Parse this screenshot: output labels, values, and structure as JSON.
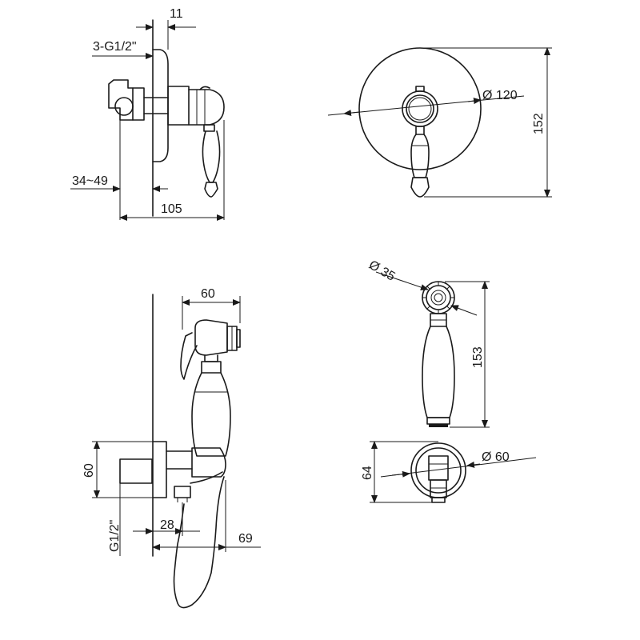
{
  "dimensions": {
    "top_left": {
      "wall_offset": "11",
      "thread_outlets": "3-G1/2\"",
      "depth_range": "34~49",
      "projection": "105"
    },
    "top_right": {
      "plate_diameter": "Ø 120",
      "total_height": "152"
    },
    "bottom_left": {
      "spray_width": "60",
      "elbow_height": "60",
      "thread": "G1/2\"",
      "elbow_offset": "28",
      "hose_offset": "69"
    },
    "bottom_right": {
      "head_diameter": "Ø 35",
      "spray_length": "153",
      "holder_height": "64",
      "holder_diameter": "Ø 60"
    }
  }
}
